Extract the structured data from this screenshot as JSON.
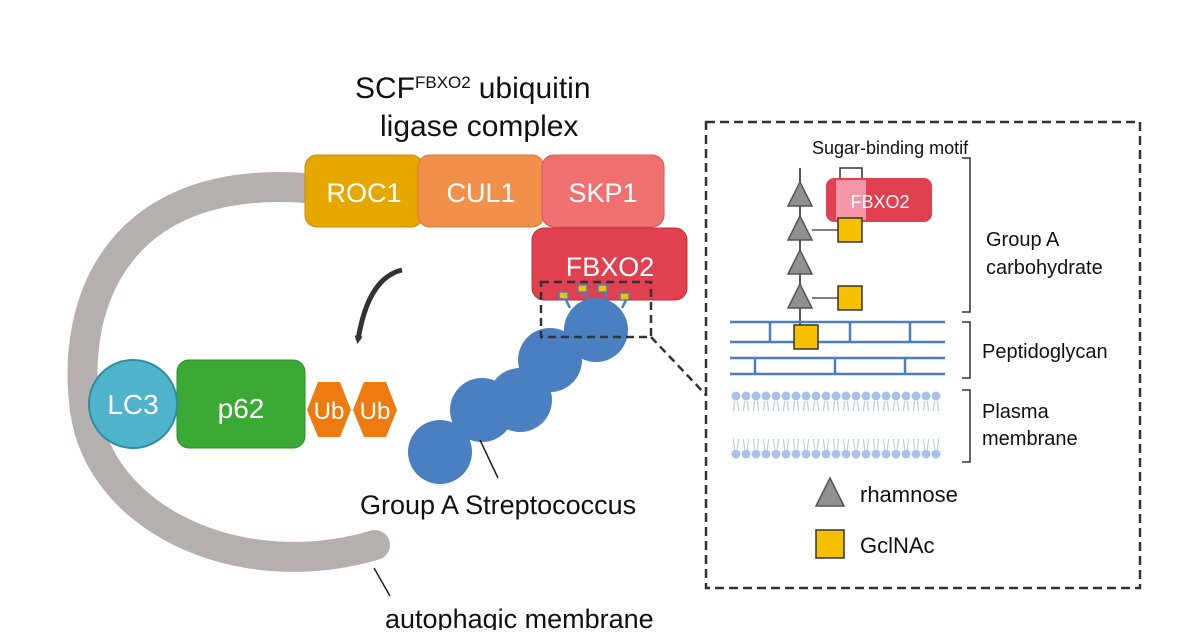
{
  "title": {
    "prefix": "SCF",
    "superscript": "FBXO2",
    "suffix": "ubiquitin",
    "line2": "ligase complex"
  },
  "complex": {
    "roc1": "ROC1",
    "cul1": "CUL1",
    "skp1": "SKP1",
    "fbxo2": "FBXO2"
  },
  "autophagy": {
    "lc3": "LC3",
    "p62": "p62",
    "ub1": "Ub",
    "ub2": "Ub"
  },
  "labels": {
    "bacterium": "Group A Streptococcus",
    "membrane": "autophagic membrane"
  },
  "inset": {
    "motif": "Sugar-binding motif",
    "fbxo2": "FBXO2",
    "carb_line1": "Group A",
    "carb_line2": "carbohydrate",
    "peptidoglycan": "Peptidoglycan",
    "plasma_line1": "Plasma",
    "plasma_line2": "membrane"
  },
  "legend": {
    "rhamnose": "rhamnose",
    "glcnac": "GclNAc"
  },
  "colors": {
    "roc1": "#e6a800",
    "cul1": "#f0904a",
    "skp1": "#f07070",
    "fbxo2": "#e0404f",
    "lc3": "#4fb3cc",
    "p62": "#3aaa35",
    "ub": "#ee7a10",
    "bacterium": "#4a7fc1",
    "membrane": "#b5b0ad",
    "rhamnose": "#909090",
    "glcnac": "#f5c000",
    "peptidoglycan": "#4a7fc1",
    "lipid": "#a8c2e8"
  }
}
